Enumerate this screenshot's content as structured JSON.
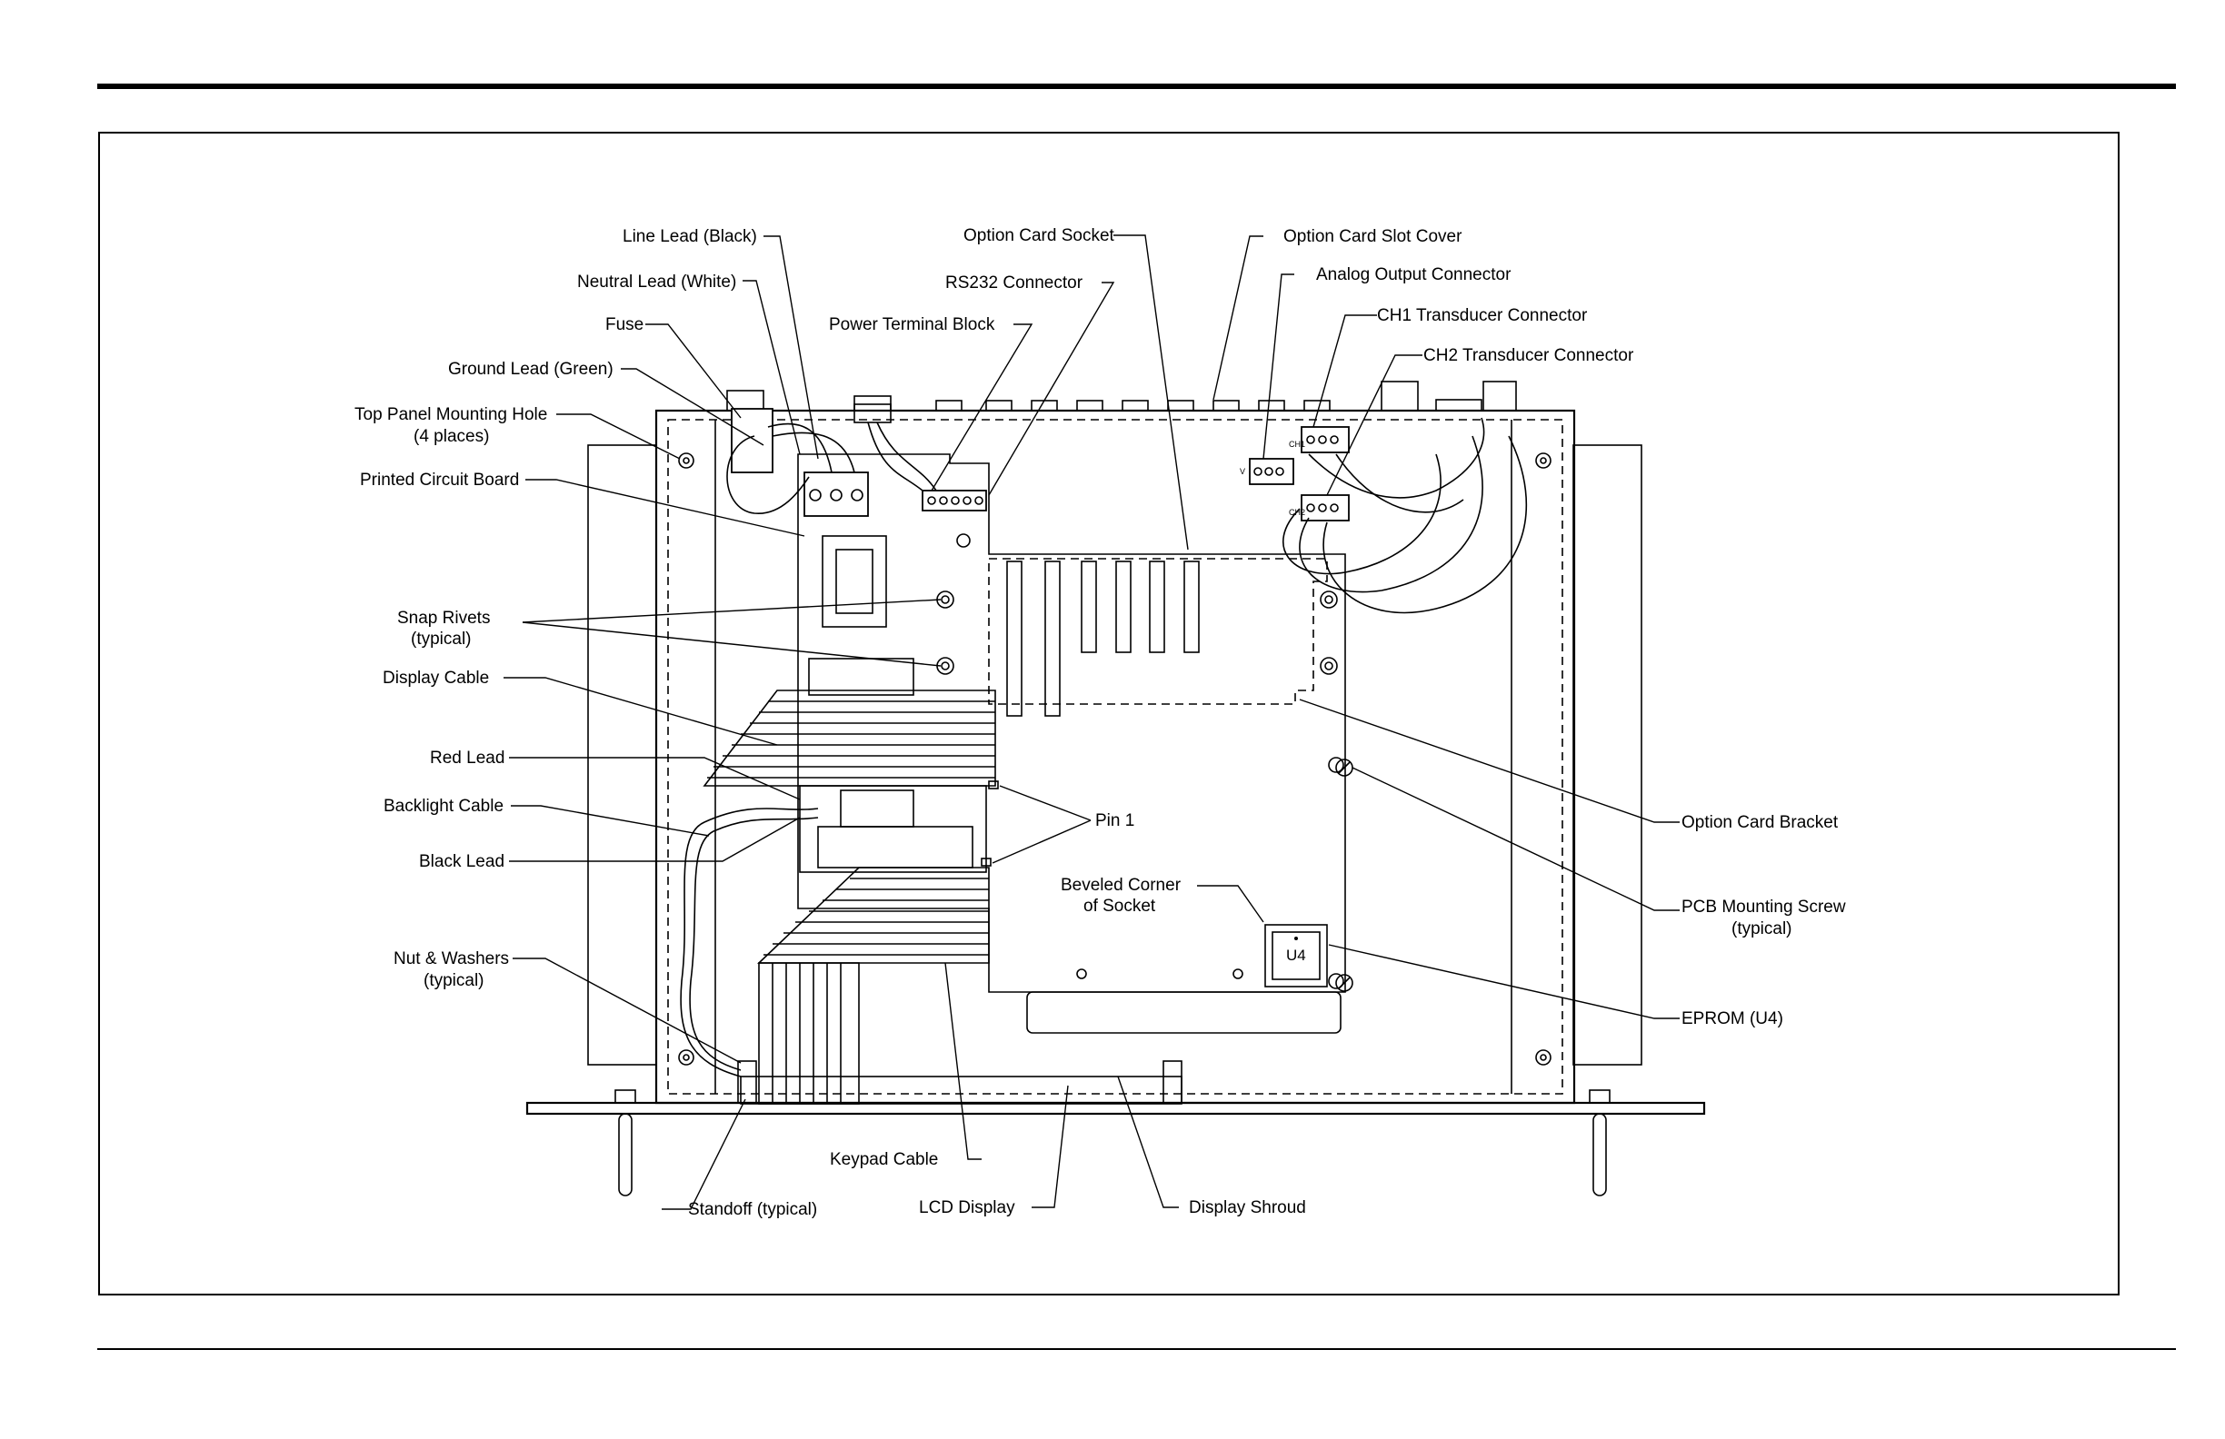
{
  "labels": {
    "line_lead": "Line Lead (Black)",
    "neutral_lead": "Neutral Lead (White)",
    "fuse": "Fuse",
    "ground_lead": "Ground Lead (Green)",
    "top_panel_hole_1": "Top Panel Mounting Hole",
    "top_panel_hole_2": "(4 places)",
    "pcb": "Printed Circuit Board",
    "snap_rivets_1": "Snap Rivets",
    "snap_rivets_2": "(typical)",
    "display_cable": "Display Cable",
    "red_lead": "Red Lead",
    "backlight_cable": "Backlight Cable",
    "black_lead": "Black Lead",
    "nut_washers_1": "Nut & Washers",
    "nut_washers_2": "(typical)",
    "standoff": "Standoff (typical)",
    "keypad_cable": "Keypad Cable",
    "lcd_display": "LCD Display",
    "display_shroud": "Display Shroud",
    "option_card_socket": "Option Card Socket",
    "rs232": "RS232 Connector",
    "power_terminal": "Power Terminal Block",
    "option_slot_cover": "Option Card Slot Cover",
    "analog_output": "Analog Output Connector",
    "ch1_connector": "CH1 Transducer Connector",
    "ch2_connector": "CH2 Transducer Connector",
    "pin1": "Pin 1",
    "beveled_1": "Beveled Corner",
    "beveled_2": "of Socket",
    "option_bracket": "Option Card Bracket",
    "pcb_screw_1": "PCB Mounting Screw",
    "pcb_screw_2": "(typical)",
    "eprom": "EPROM (U4)",
    "u4": "U4",
    "ch1_tag": "CH1",
    "ch2_tag": "CH2",
    "v_tag": "V"
  }
}
